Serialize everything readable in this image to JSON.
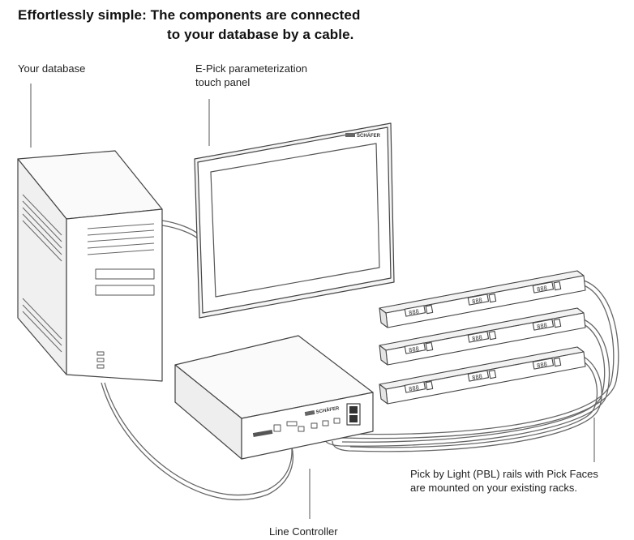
{
  "heading": {
    "line1": "Effortlessly simple: The components are connected",
    "line2": "to your database by a cable."
  },
  "labels": {
    "database": "Your database",
    "panel_line1": "E-Pick parameterization",
    "panel_line2": "touch panel",
    "pbl_line1": "Pick by Light (PBL) rails with Pick Faces",
    "pbl_line2": "are mounted on your existing racks.",
    "line_controller": "Line Controller"
  },
  "brand": "SCHÄFER",
  "rail_displays": [
    "888",
    "888",
    "888"
  ],
  "icons": [
    "computer-tower-icon",
    "touch-panel-icon",
    "line-controller-icon",
    "pbl-rail-icon"
  ]
}
